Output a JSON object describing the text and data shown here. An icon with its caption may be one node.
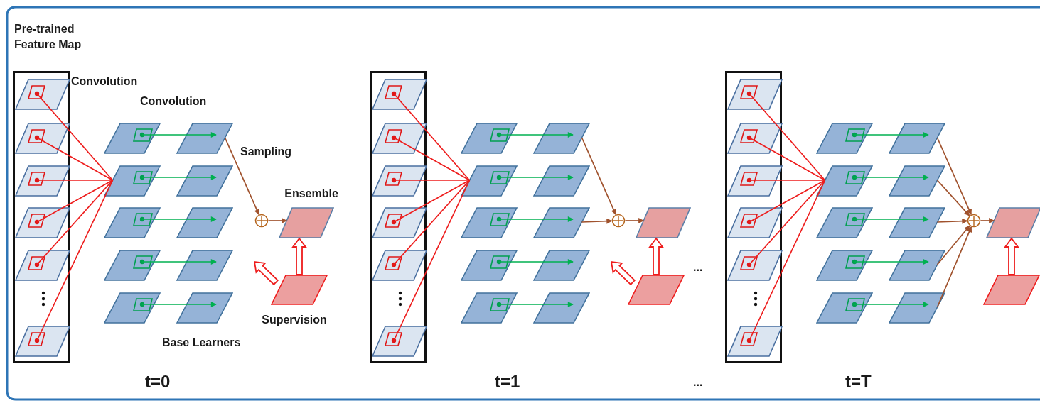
{
  "diagram": {
    "nodes": [
      {
        "text": [
          "Pre-trained Feature Map"
        ]
      },
      {
        "text": [],
        "shape": "parallelogram",
        "in": 0
      },
      {
        "text": [],
        "shape": "parallelogram",
        "in": 0
      },
      {
        "text": [],
        "shape": "parallelogram",
        "in": 0
      },
      {
        "text": [],
        "shape": "parallelogram",
        "in": 0
      },
      {
        "text": [],
        "shape": "parallelogram",
        "in": 0
      },
      {
        "text": [],
        "shape": "parallelogram",
        "in": 0
      },
      {
        "text": [],
        "shape": "parallelogram"
      },
      {
        "text": [],
        "shape": "parallelogram"
      },
      {
        "text": [],
        "shape": "parallelogram"
      },
      {
        "text": [],
        "shape": "parallelogram"
      },
      {
        "text": [],
        "shape": "parallelogram"
      },
      {
        "text": [],
        "shape": "parallelogram"
      },
      {
        "text": [],
        "shape": "parallelogram"
      },
      {
        "text": [],
        "shape": "parallelogram"
      },
      {
        "text": [],
        "shape": "parallelogram"
      },
      {
        "text": [],
        "shape": "parallelogram"
      },
      {
        "text": [],
        "shape": "circle"
      },
      {
        "text": [
          "Ensemble"
        ]
      },
      {
        "text": [
          "Supervision"
        ]
      },
      {
        "text": [],
        "shape": "box"
      },
      {
        "text": [],
        "shape": "parallelogram",
        "in": 20
      },
      {
        "text": [],
        "shape": "parallelogram",
        "in": 20
      },
      {
        "text": [],
        "shape": "parallelogram",
        "in": 20
      },
      {
        "text": [],
        "shape": "parallelogram",
        "in": 20
      },
      {
        "text": [],
        "shape": "parallelogram",
        "in": 20
      },
      {
        "text": [],
        "shape": "parallelogram",
        "in": 20
      },
      {
        "text": [],
        "shape": "parallelogram"
      },
      {
        "text": [],
        "shape": "parallelogram"
      },
      {
        "text": [],
        "shape": "parallelogram"
      },
      {
        "text": [],
        "shape": "parallelogram"
      },
      {
        "text": [],
        "shape": "parallelogram"
      },
      {
        "text": [],
        "shape": "parallelogram"
      },
      {
        "text": [],
        "shape": "parallelogram"
      },
      {
        "text": [],
        "shape": "parallelogram"
      },
      {
        "text": [],
        "shape": "parallelogram"
      },
      {
        "text": [],
        "shape": "parallelogram"
      },
      {
        "text": [],
        "shape": "circle"
      },
      {
        "text": [],
        "shape": "parallelogram"
      },
      {
        "text": [],
        "shape": "parallelogram"
      },
      {
        "text": [],
        "shape": "box"
      },
      {
        "text": [],
        "shape": "parallelogram",
        "in": 40
      },
      {
        "text": [],
        "shape": "parallelogram",
        "in": 40
      },
      {
        "text": [],
        "shape": "parallelogram",
        "in": 40
      },
      {
        "text": [],
        "shape": "parallelogram",
        "in": 40
      },
      {
        "text": [],
        "shape": "parallelogram",
        "in": 40
      },
      {
        "text": [],
        "shape": "parallelogram",
        "in": 40
      },
      {
        "text": [],
        "shape": "parallelogram"
      },
      {
        "text": [],
        "shape": "parallelogram"
      },
      {
        "text": [],
        "shape": "parallelogram"
      },
      {
        "text": [],
        "shape": "parallelogram"
      },
      {
        "text": [],
        "shape": "parallelogram"
      },
      {
        "text": [],
        "shape": "parallelogram"
      },
      {
        "text": [],
        "shape": "parallelogram"
      },
      {
        "text": [],
        "shape": "parallelogram"
      },
      {
        "text": [],
        "shape": "parallelogram"
      },
      {
        "text": [],
        "shape": "parallelogram"
      },
      {
        "text": [],
        "shape": "circle"
      },
      {
        "text": [],
        "shape": "parallelogram"
      },
      {
        "text": [],
        "shape": "parallelogram"
      }
    ],
    "edges": [
      {
        "from": 1,
        "to": 9,
        "arrow": "none"
      },
      {
        "from": 2,
        "to": 9,
        "arrow": "none"
      },
      {
        "from": 3,
        "to": 9,
        "arrow": "none"
      },
      {
        "from": 4,
        "to": 9,
        "arrow": "none"
      },
      {
        "from": 5,
        "to": 9,
        "arrow": "none"
      },
      {
        "from": 6,
        "to": 9,
        "arrow": "none"
      },
      {
        "from": 7,
        "to": 8,
        "arrow": "to",
        "color": "#00b050"
      },
      {
        "from": 9,
        "to": 10,
        "arrow": "to",
        "color": "#00b050"
      },
      {
        "from": 11,
        "to": 12,
        "arrow": "to",
        "color": "#00b050"
      },
      {
        "from": 13,
        "to": 14,
        "arrow": "to",
        "color": "#00b050"
      },
      {
        "from": 15,
        "to": 16,
        "arrow": "to",
        "color": "#00b050"
      },
      {
        "from": 8,
        "to": 17,
        "arrow": "to",
        "color": "#a0522d"
      },
      {
        "from": 17,
        "to": 18,
        "arrow": "to",
        "color": "#a0522d"
      },
      {
        "from": 19,
        "to": 18,
        "arrow": "to",
        "style": "thick"
      },
      {
        "from": 19,
        "to": null,
        "arrow": "to",
        "style": "thick"
      },
      {
        "from": 21,
        "to": 29,
        "arrow": "none"
      },
      {
        "from": 22,
        "to": 29,
        "arrow": "none"
      },
      {
        "from": 23,
        "to": 29,
        "arrow": "none"
      },
      {
        "from": 24,
        "to": 29,
        "arrow": "none"
      },
      {
        "from": 25,
        "to": 29,
        "arrow": "none"
      },
      {
        "from": 26,
        "to": 29,
        "arrow": "none"
      },
      {
        "from": 27,
        "to": 28,
        "arrow": "to",
        "color": "#00b050"
      },
      {
        "from": 29,
        "to": 30,
        "arrow": "to",
        "color": "#00b050"
      },
      {
        "from": 31,
        "to": 32,
        "arrow": "to",
        "color": "#00b050"
      },
      {
        "from": 33,
        "to": 34,
        "arrow": "to",
        "color": "#00b050"
      },
      {
        "from": 35,
        "to": 36,
        "arrow": "to",
        "color": "#00b050"
      },
      {
        "from": 28,
        "to": 37,
        "arrow": "to",
        "color": "#a0522d"
      },
      {
        "from": 32,
        "to": 37,
        "arrow": "to",
        "color": "#a0522d"
      },
      {
        "from": 37,
        "to": 38,
        "arrow": "to",
        "color": "#a0522d"
      },
      {
        "from": 39,
        "to": 38,
        "arrow": "to",
        "style": "thick"
      },
      {
        "from": 39,
        "to": null,
        "arrow": "to",
        "style": "thick"
      },
      {
        "from": 41,
        "to": 49,
        "arrow": "none"
      },
      {
        "from": 42,
        "to": 49,
        "arrow": "none"
      },
      {
        "from": 43,
        "to": 49,
        "arrow": "none"
      },
      {
        "from": 44,
        "to": 49,
        "arrow": "none"
      },
      {
        "from": 45,
        "to": 49,
        "arrow": "none"
      },
      {
        "from": 46,
        "to": 49,
        "arrow": "none"
      },
      {
        "from": 47,
        "to": 48,
        "arrow": "to",
        "color": "#00b050"
      },
      {
        "from": 49,
        "to": 50,
        "arrow": "to",
        "color": "#00b050"
      },
      {
        "from": 51,
        "to": 52,
        "arrow": "to",
        "color": "#00b050"
      },
      {
        "from": 53,
        "to": 54,
        "arrow": "to",
        "color": "#00b050"
      },
      {
        "from": 55,
        "to": 56,
        "arrow": "to",
        "color": "#00b050"
      },
      {
        "from": 48,
        "to": 57,
        "arrow": "to",
        "color": "#a0522d"
      },
      {
        "from": 50,
        "to": 57,
        "arrow": "to",
        "color": "#a0522d"
      },
      {
        "from": 52,
        "to": 57,
        "arrow": "to",
        "color": "#a0522d"
      },
      {
        "from": 54,
        "to": 57,
        "arrow": "to",
        "color": "#a0522d"
      },
      {
        "from": 56,
        "to": 57,
        "arrow": "to",
        "color": "#a0522d"
      },
      {
        "from": 57,
        "to": 58,
        "arrow": "to",
        "color": "#a0522d"
      },
      {
        "from": 59,
        "to": 58,
        "arrow": "to",
        "style": "thick"
      }
    ],
    "labels": [
      "Convolution",
      "Convolution",
      "Sampling",
      "...",
      "Base Learners",
      "t=0",
      "t=1",
      "...",
      "t=T"
    ]
  }
}
